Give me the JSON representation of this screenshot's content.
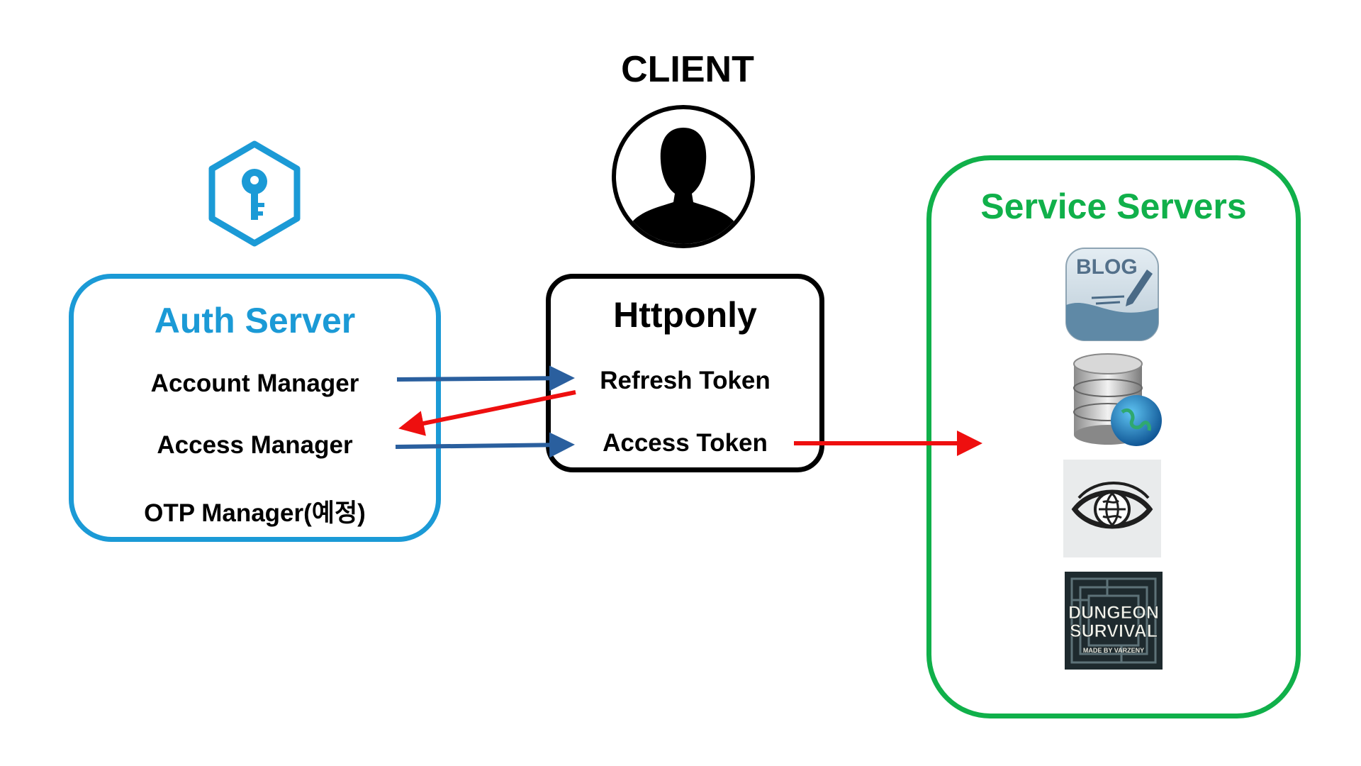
{
  "client": {
    "title": "CLIENT",
    "avatar_icon": "user-silhouette-icon"
  },
  "auth_server": {
    "icon": "key-hexagon-icon",
    "title": "Auth Server",
    "items": [
      "Account Manager",
      "Access Manager",
      "OTP Manager(예정)"
    ]
  },
  "httponly": {
    "title": "Httponly",
    "items": [
      "Refresh Token",
      "Access Token"
    ]
  },
  "service_servers": {
    "title": "Service Servers",
    "icons": [
      "blog-icon",
      "database-globe-icon",
      "eye-globe-icon",
      "dungeon-survival-logo"
    ],
    "dungeon_logo_text": [
      "DUNGEON",
      "SURVIVAL",
      "MADE BY VARZENY"
    ],
    "blog_text": "BLOG"
  },
  "colors": {
    "auth_blue": "#1b9ad6",
    "service_green": "#10b04a",
    "arrow_blue": "#2a5f9e",
    "arrow_red": "#ee0f0f"
  },
  "arrows": [
    {
      "from": "Account Manager",
      "to": "Refresh Token",
      "color": "blue"
    },
    {
      "from": "Refresh Token",
      "to": "Access Manager",
      "color": "red"
    },
    {
      "from": "Access Manager",
      "to": "Access Token",
      "color": "blue"
    },
    {
      "from": "Access Token",
      "to": "Service Servers",
      "color": "red"
    }
  ]
}
